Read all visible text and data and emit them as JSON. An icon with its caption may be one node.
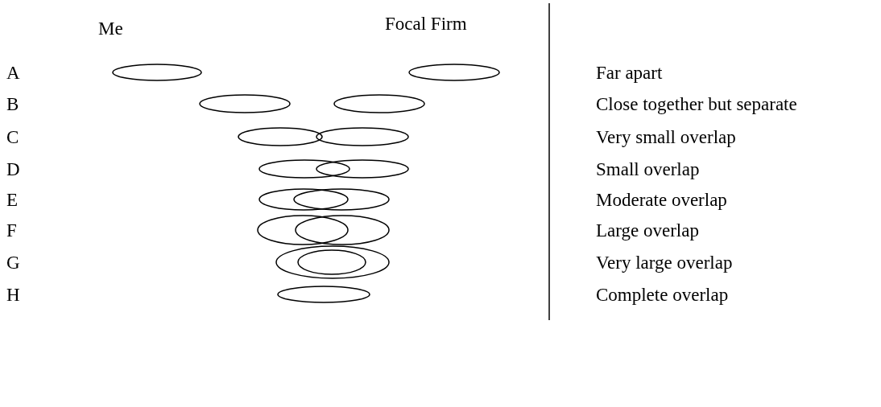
{
  "diagram": {
    "labels": [
      "Me",
      "Focal Firm",
      "A",
      "Far apart",
      "B",
      "Close together but separate",
      "C",
      "Very small overlap",
      "D",
      "Small overlap",
      "E",
      "Moderate overlap",
      "F",
      "Large overlap",
      "G",
      "Very large overlap",
      "H",
      "Complete overlap"
    ]
  }
}
